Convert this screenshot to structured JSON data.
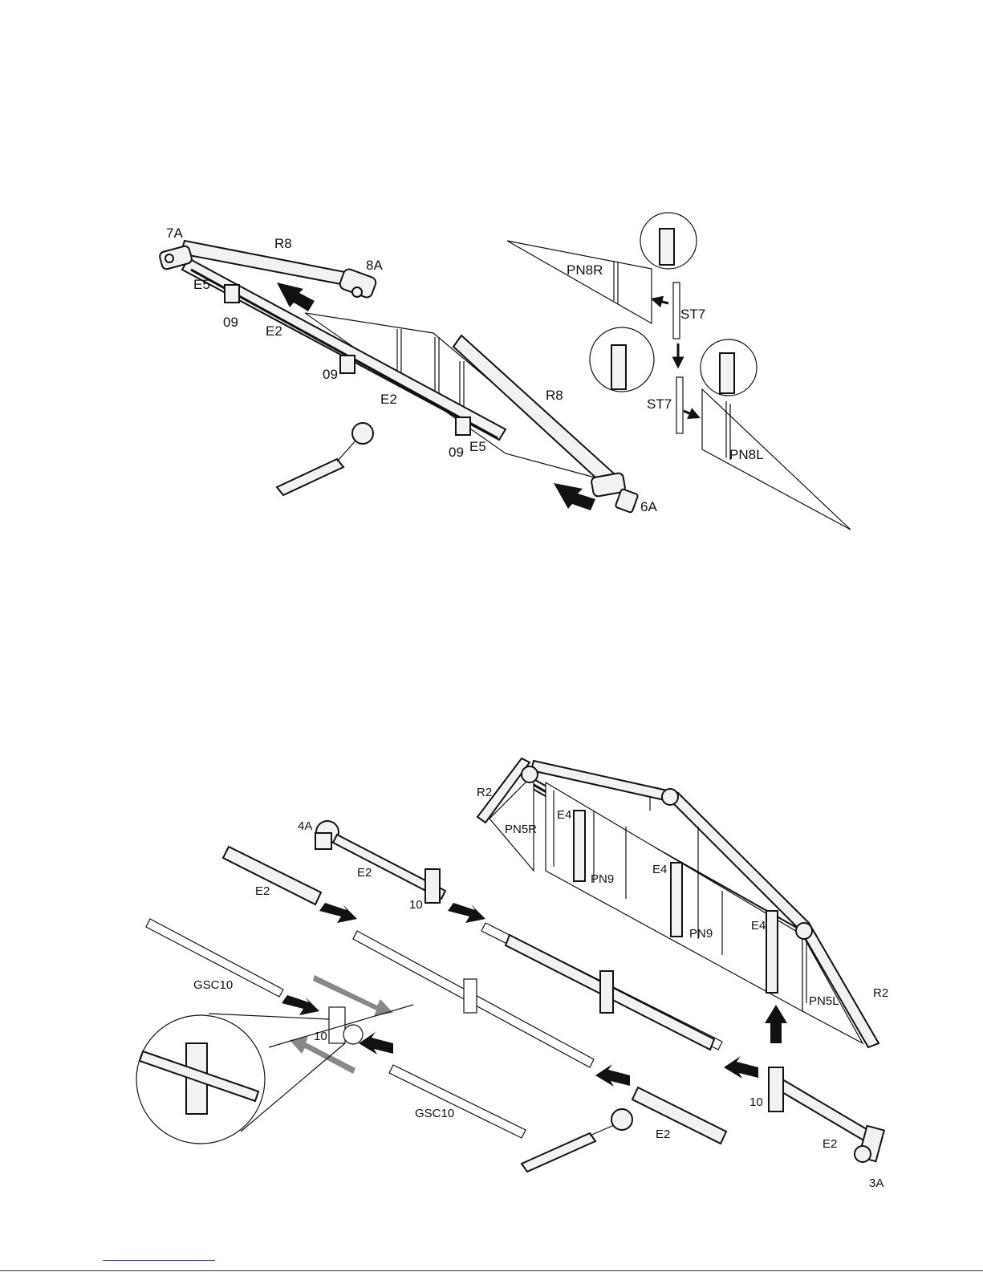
{
  "diagram_top": {
    "labels": {
      "l7a": "7A",
      "r8_top": "R8",
      "l8a": "8A",
      "e5_left": "E5",
      "l09_a": "09",
      "e2_a": "E2",
      "l09_b": "09",
      "e2_b": "E2",
      "r8_right": "R8",
      "l09_c": "09",
      "e5_right": "E5",
      "l6a": "6A",
      "pn8r": "PN8R",
      "st7_a": "ST7",
      "st7_b": "ST7",
      "pn8l": "PN8L"
    }
  },
  "diagram_bottom": {
    "labels": {
      "r2_left": "R2",
      "e4_a": "E4",
      "pn5r": "PN5R",
      "l4a": "4A",
      "e2_top": "E2",
      "e2_left": "E2",
      "l10_a": "10",
      "pn9_a": "PN9",
      "e4_b": "E4",
      "pn9_b": "PN9",
      "e4_c": "E4",
      "pn5l": "PN5L",
      "r2_right": "R2",
      "gsc10_a": "GSC10",
      "l10_b": "10",
      "gsc10_b": "GSC10",
      "e2_bottom": "E2",
      "l10_c": "10",
      "e2_right": "E2",
      "l3a": "3A"
    }
  },
  "icons": [
    "screwdriver-icon",
    "magnifier-detail-icon",
    "insert-arrow-icon"
  ]
}
